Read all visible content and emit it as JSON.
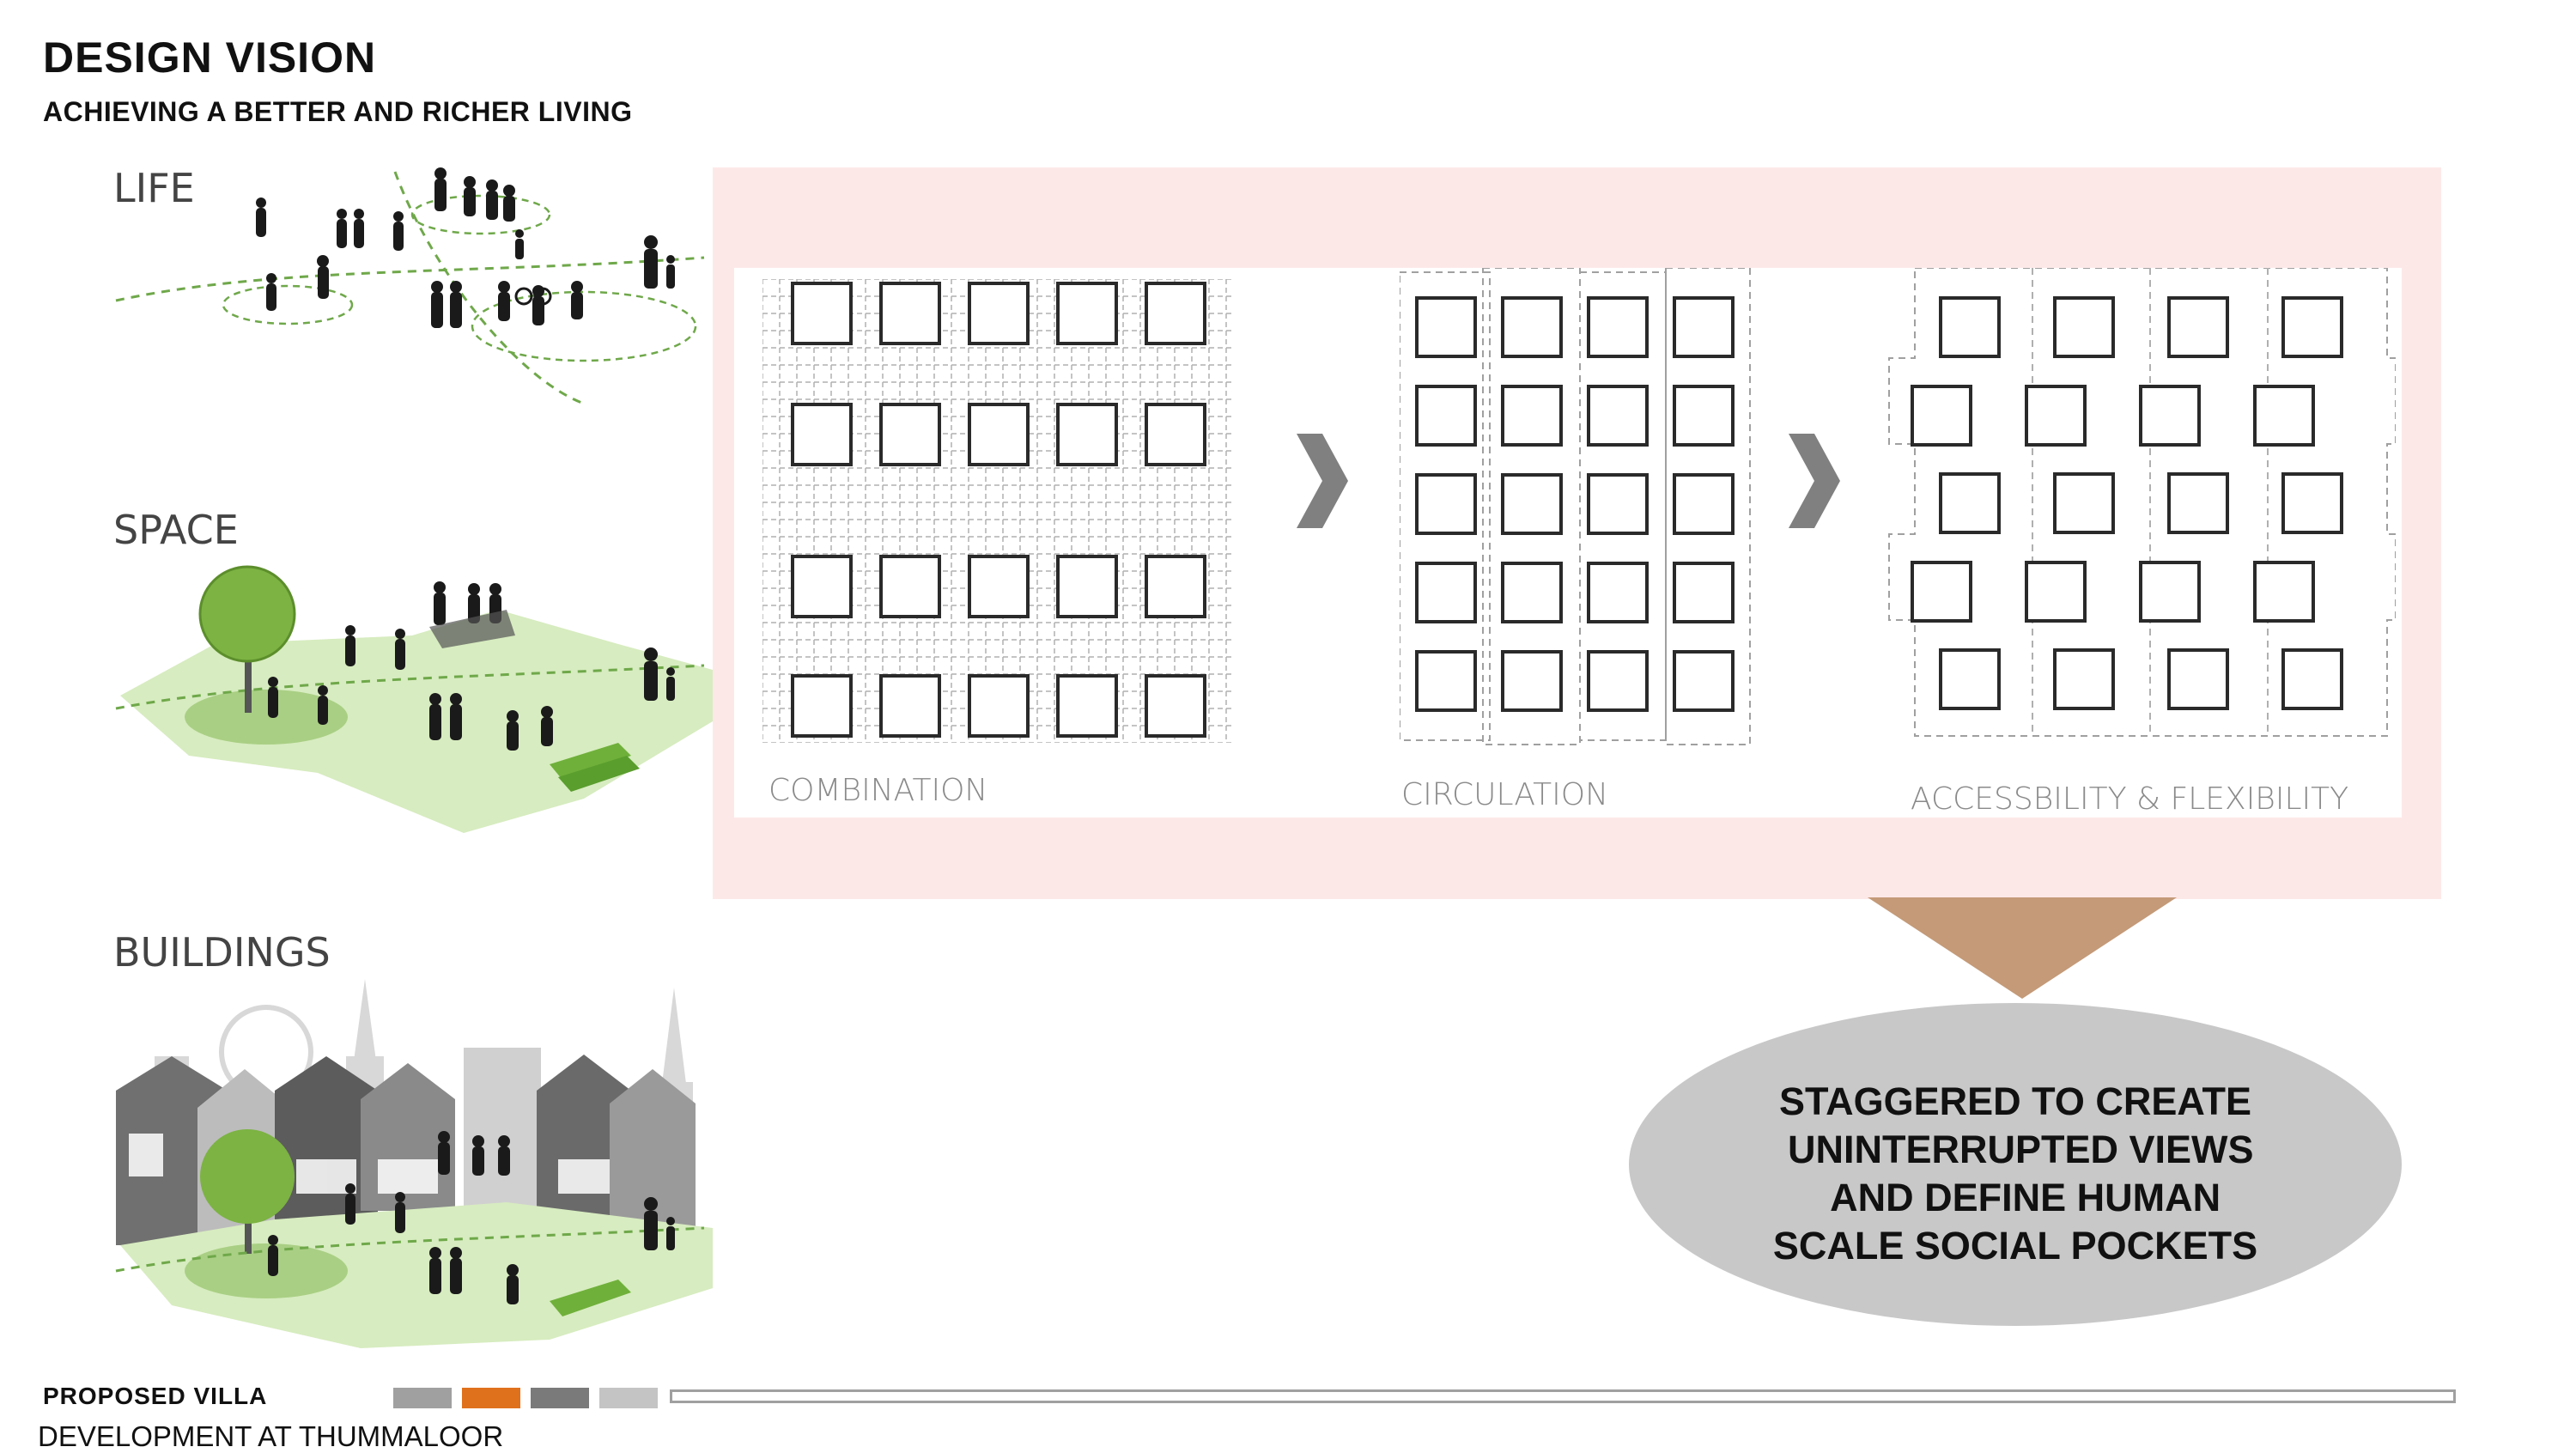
{
  "header": {
    "title": "DESIGN VISION",
    "subtitle": "ACHIEVING A BETTER AND RICHER LIVING"
  },
  "sections": {
    "life": "LIFE",
    "space": "SPACE",
    "buildings": "BUILDINGS"
  },
  "diagram": {
    "combination": "COMBINATION",
    "circulation": "CIRCULATION",
    "accessibility": "ACCESSBILITY & FLEXIBILITY",
    "arrow_color": "#808080"
  },
  "callout": {
    "lines": [
      "STAGGERED TO CREATE",
      " UNINTERRUPTED VIEWS",
      "  AND DEFINE HUMAN",
      "SCALE SOCIAL POCKETS"
    ],
    "triangle_color": "#c49a78",
    "ellipse_color": "#c8c8c8"
  },
  "footer": {
    "line1": "PROPOSED VILLA",
    "line2": "DEVELOPMENT AT THUMMALOOR",
    "swatches": [
      "#a0a0a0",
      "#e0711c",
      "#7a7a7a",
      "#c4c4c4"
    ]
  },
  "colors": {
    "panel_bg": "#fde8e8",
    "green": "#7cb342",
    "light_green": "#d7ecc0"
  }
}
